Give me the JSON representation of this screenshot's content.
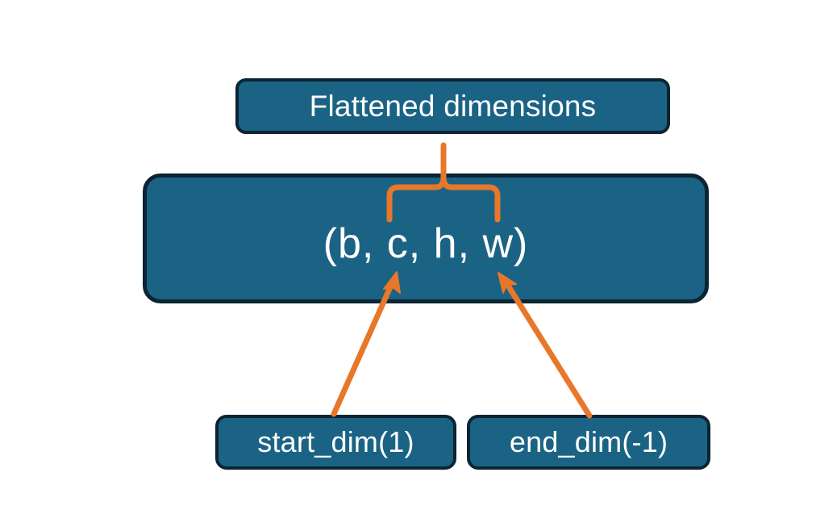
{
  "diagram": {
    "title_node": {
      "label": "Flattened dimensions",
      "name": "flattened-dimensions-node"
    },
    "shape_node": {
      "label": "(b, c, h, w)",
      "name": "tensor-shape-node"
    },
    "param_nodes": [
      {
        "label": "start_dim(1)",
        "name": "start-dim-node"
      },
      {
        "label": "end_dim(-1)",
        "name": "end-dim-node"
      }
    ],
    "connectors": [
      {
        "name": "flattened-brace-connector",
        "kind": "curly-brace",
        "from": "tensor-shape-node",
        "to": "flattened-dimensions-node"
      },
      {
        "name": "start-dim-arrow",
        "kind": "arrow",
        "from": "start-dim-node",
        "to": "tensor-shape-node"
      },
      {
        "name": "end-dim-arrow",
        "kind": "arrow",
        "from": "end-dim-node",
        "to": "tensor-shape-node"
      }
    ],
    "colors": {
      "node_fill": "#1b6384",
      "node_border": "#0c2433",
      "node_text": "#ffffff",
      "connector": "#e8772a",
      "background": "#ffffff"
    }
  }
}
